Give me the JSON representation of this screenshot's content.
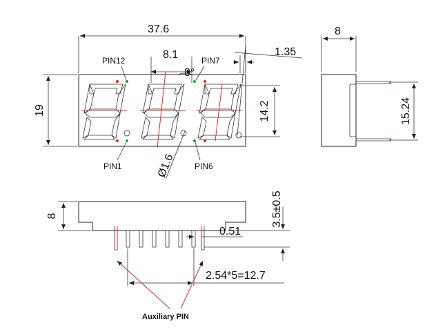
{
  "front_view": {
    "width_dim": "37.6",
    "height_dim": "19",
    "digit_pitch_dim": "8.1",
    "slant_dim": "8°",
    "right_offset_dim": "1.35",
    "segment_height_dim": "14.2",
    "dp_dim": "Ø1.6",
    "pins": {
      "p12": "PIN12",
      "p7": "PIN7",
      "p1": "PIN1",
      "p6": "PIN6"
    }
  },
  "side_view": {
    "thickness_dim": "8",
    "pin_row_dim": "15.24"
  },
  "bottom_view": {
    "thickness_dim": "8",
    "pin_length_dim": "3.5±0.5",
    "pin_width_dim": "0.51",
    "pitch_dim": "2.54*5=12.7",
    "aux_label": "Auxiliary PIN"
  },
  "colors": {
    "line": "#222222",
    "red": "#e8261f",
    "green": "#2a9d2a"
  }
}
